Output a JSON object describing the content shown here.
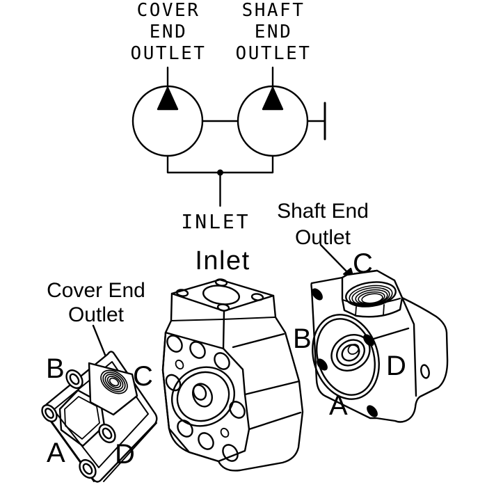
{
  "schematic": {
    "cover_end_outlet": "COVER\nEND\nOUTLET",
    "shaft_end_outlet": "SHAFT\nEND\nOUTLET",
    "inlet": "INLET"
  },
  "parts": {
    "cover_end_plate": {
      "label": "Cover End\nOutlet",
      "letters": {
        "A": "A",
        "B": "B",
        "C": "C",
        "D": "D"
      }
    },
    "inlet_body": {
      "label": "Inlet"
    },
    "shaft_end_cover": {
      "label": "Shaft End\nOutlet",
      "letters": {
        "A": "A",
        "B": "B",
        "C": "C",
        "D": "D"
      }
    }
  },
  "colors": {
    "line": "#000000",
    "background": "#ffffff"
  }
}
